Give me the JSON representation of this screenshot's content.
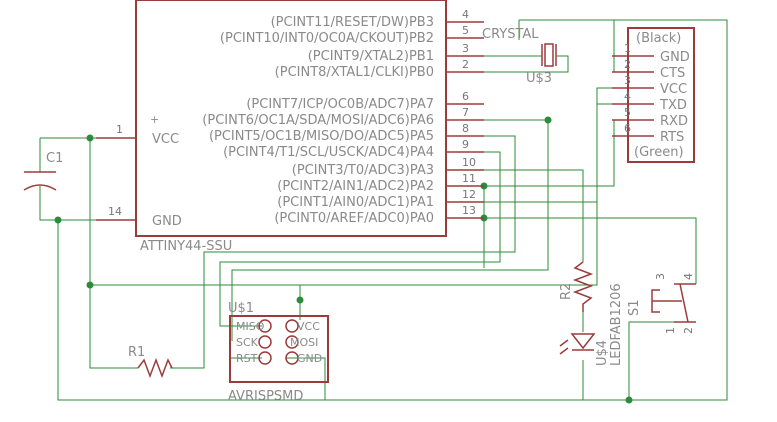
{
  "mcu": {
    "name": "ATTINY44-SSU",
    "vcc_pin": "VCC",
    "vcc_num": "1",
    "gnd_pin": "GND",
    "gnd_num": "14",
    "plus_mark": "+",
    "pins": [
      {
        "num": "4",
        "label": "(PCINT11/RESET/DW)PB3"
      },
      {
        "num": "5",
        "label": "(PCINT10/INT0/OC0A/CKOUT)PB2"
      },
      {
        "num": "3",
        "label": "(PCINT9/XTAL2)PB1"
      },
      {
        "num": "2",
        "label": "(PCINT8/XTAL1/CLKI)PB0"
      },
      {
        "num": "6",
        "label": "(PCINT7/ICP/OC0B/ADC7)PA7"
      },
      {
        "num": "7",
        "label": "(PCINT6/OC1A/SDA/MOSI/ADC6)PA6"
      },
      {
        "num": "8",
        "label": "(PCINT5/OC1B/MISO/DO/ADC5)PA5"
      },
      {
        "num": "9",
        "label": "(PCINT4/T1/SCL/USCK/ADC4)PA4"
      },
      {
        "num": "10",
        "label": "(PCINT3/T0/ADC3)PA3"
      },
      {
        "num": "11",
        "label": "(PCINT2/AIN1/ADC2)PA2"
      },
      {
        "num": "12",
        "label": "(PCINT1/AIN0/ADC1)PA1"
      },
      {
        "num": "13",
        "label": "(PCINT0/AREF/ADC0)PA0"
      }
    ]
  },
  "crystal": {
    "name": "CRYSTAL",
    "ref": "U$3"
  },
  "header": {
    "top": "(Black)",
    "bottom": "(Green)",
    "pins": [
      {
        "num": "1",
        "label": "GND"
      },
      {
        "num": "2",
        "label": "CTS"
      },
      {
        "num": "3",
        "label": "VCC"
      },
      {
        "num": "4",
        "label": "TXD"
      },
      {
        "num": "5",
        "label": "RXD"
      },
      {
        "num": "6",
        "label": "RTS"
      }
    ]
  },
  "c1": {
    "name": "C1"
  },
  "r1": {
    "name": "R1"
  },
  "r2": {
    "name": "R2"
  },
  "led": {
    "ref": "U$4",
    "value": "LEDFAB1206"
  },
  "switch": {
    "ref": "S1",
    "pins": [
      "1",
      "2",
      "3",
      "4"
    ]
  },
  "isp": {
    "ref": "U$1",
    "value": "AVRISPSMD",
    "left": [
      "MISO",
      "SCK",
      "RST"
    ],
    "right": [
      "VCC",
      "MOSI",
      "GND"
    ]
  }
}
